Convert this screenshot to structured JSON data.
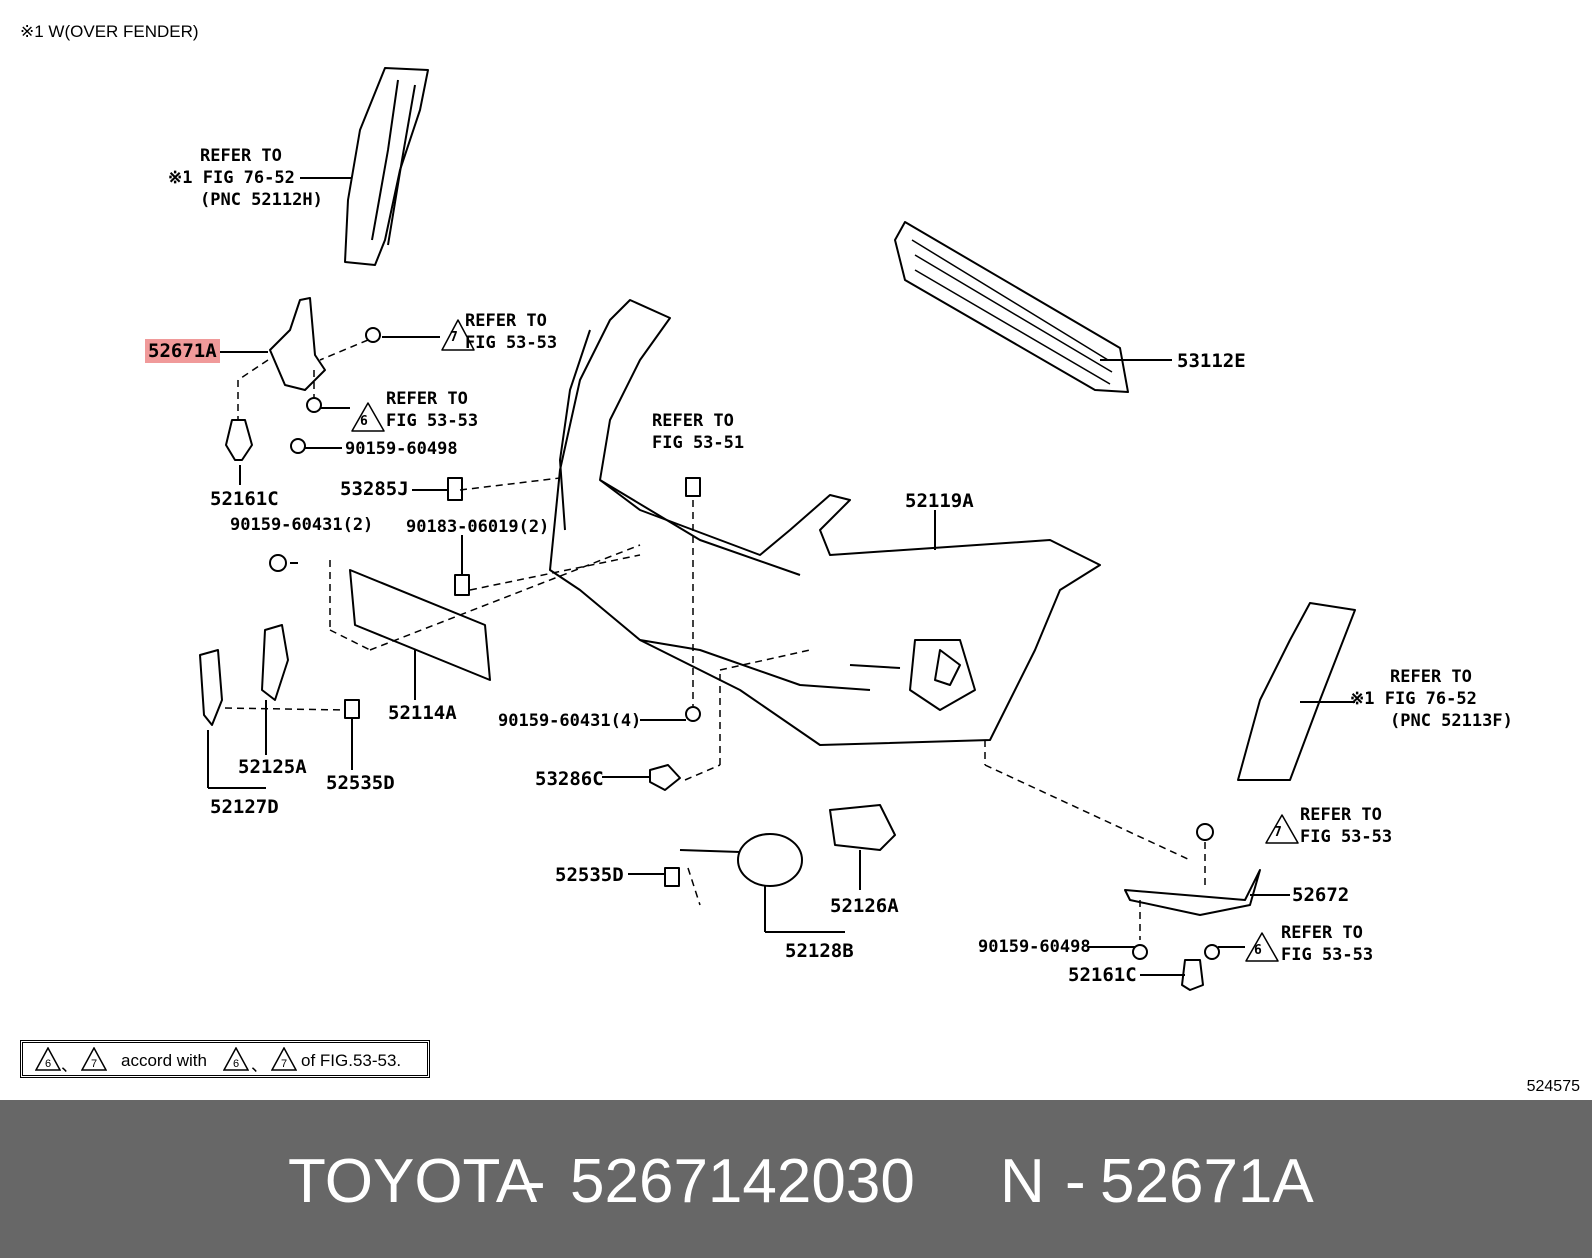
{
  "header_note": "※1 W(OVER FENDER)",
  "illustration_number": "524575",
  "legend": {
    "sep": "、",
    "accord_with": "accord with",
    "of_fig": "of FIG.53-53.",
    "tri_a": "6",
    "tri_b": "7"
  },
  "refs": {
    "r1": {
      "prefix": "※1",
      "line1": "REFER TO",
      "line2": "FIG 76-52",
      "line3": "(PNC 52112H)"
    },
    "r2": {
      "tri": "7",
      "line1": "REFER TO",
      "line2": "FIG 53-53"
    },
    "r3": {
      "tri": "6",
      "line1": "REFER TO",
      "line2": "FIG 53-53"
    },
    "r4": {
      "line1": "REFER TO",
      "line2": "FIG 53-51"
    },
    "r5": {
      "prefix": "※1",
      "line1": "REFER TO",
      "line2": "FIG 76-52",
      "line3": "(PNC 52113F)"
    },
    "r6": {
      "tri": "7",
      "line1": "REFER TO",
      "line2": "FIG 53-53"
    },
    "r7": {
      "tri": "6",
      "line1": "REFER TO",
      "line2": "FIG 53-53"
    }
  },
  "parts": {
    "p52671A": "52671A",
    "p90159_60498_a": "90159-60498",
    "p52161C_a": "52161C",
    "p53285J": "53285J",
    "p90159_60431_2": "90159-60431(2)",
    "p90183_06019_2": "90183-06019(2)",
    "p52119A": "52119A",
    "p53112E": "53112E",
    "p52114A": "52114A",
    "p52125A": "52125A",
    "p52535D_a": "52535D",
    "p52127D": "52127D",
    "p90159_60431_4": "90159-60431(4)",
    "p53286C": "53286C",
    "p52535D_b": "52535D",
    "p52126A": "52126A",
    "p52128B": "52128B",
    "p52672": "52672",
    "p90159_60498_b": "90159-60498",
    "p52161C_b": "52161C"
  },
  "footer": {
    "brand": "TOYOTA",
    "dash": "-",
    "part_number": "5267142030",
    "n": "N",
    "pnc": "52671A"
  },
  "colors": {
    "highlight": "#f09a9a",
    "footer_bg": "#676767",
    "footer_text": "#ffffff"
  }
}
